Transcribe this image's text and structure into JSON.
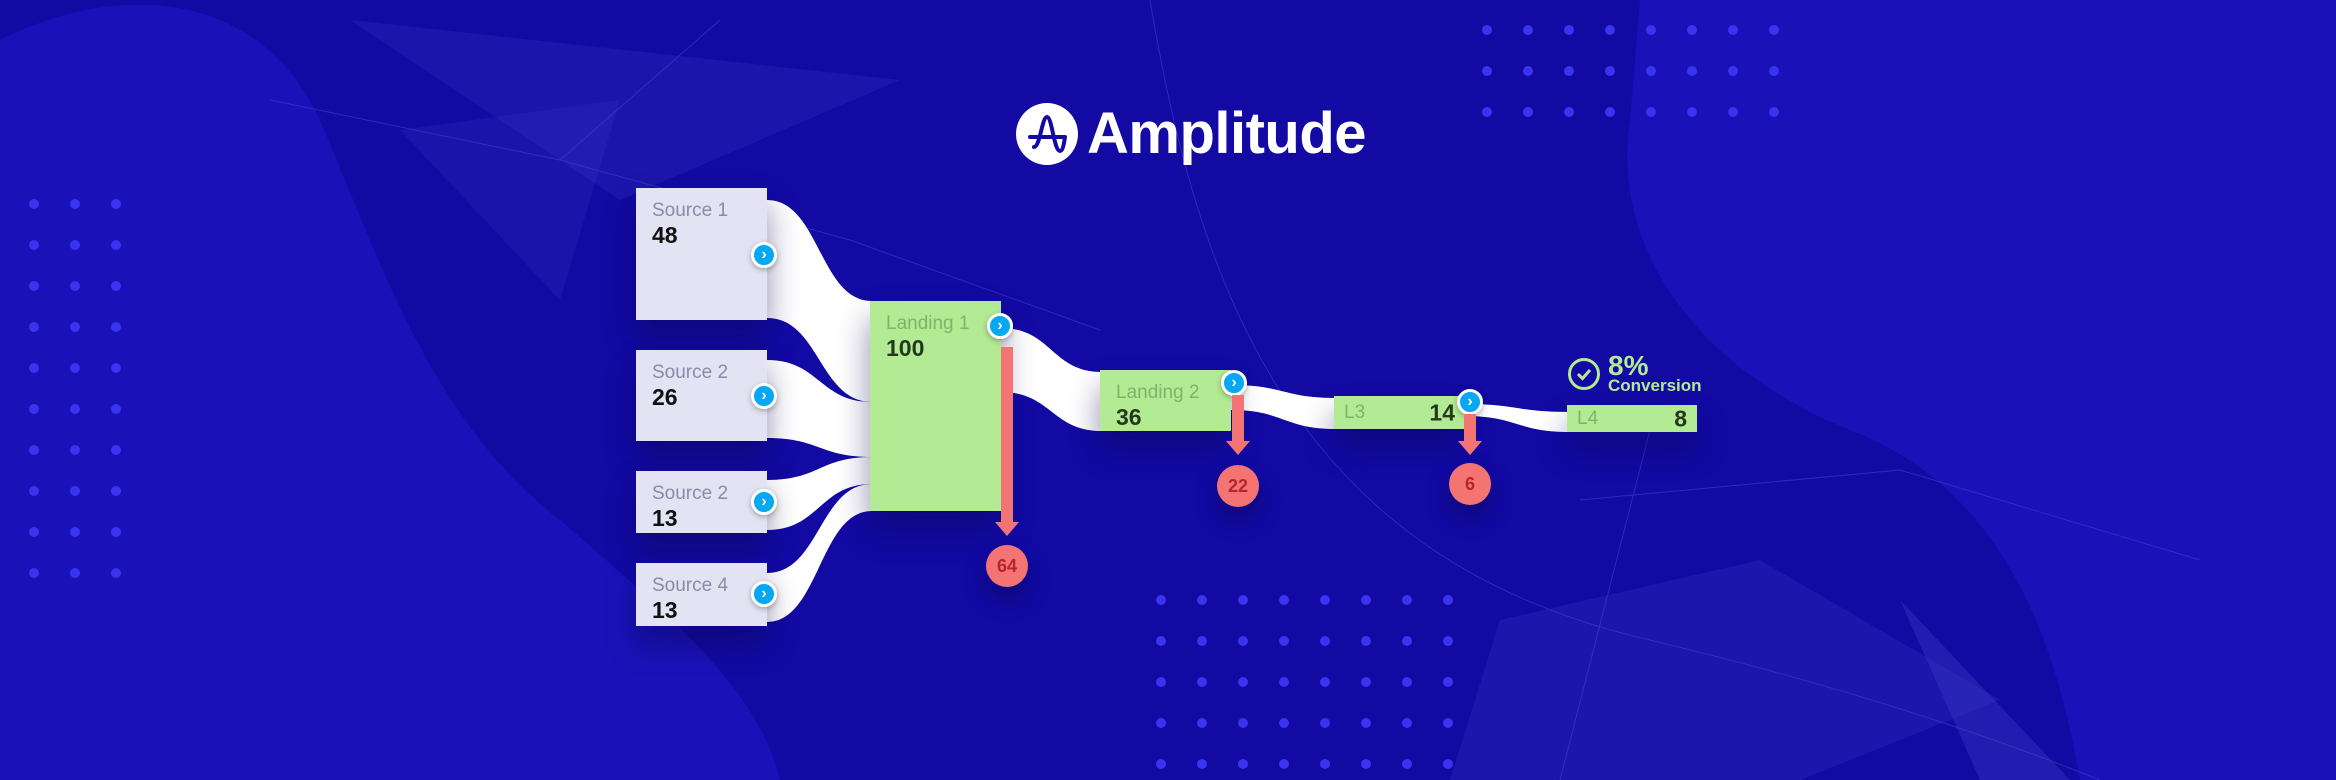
{
  "brand": {
    "name": "Amplitude",
    "icon": "amplitude-logo-icon"
  },
  "colors": {
    "background": "#120aa3",
    "source_node": "#e4e3f3",
    "landing_node": "#b3ea94",
    "dropoff": "#f47474",
    "chevron": "#06a8f2",
    "flow": "#ffffff"
  },
  "sources": [
    {
      "label": "Source 1",
      "value": "48"
    },
    {
      "label": "Source 2",
      "value": "26"
    },
    {
      "label": "Source 2",
      "value": "13"
    },
    {
      "label": "Source 4",
      "value": "13"
    }
  ],
  "steps": [
    {
      "label": "Landing 1",
      "value": "100",
      "dropoff": "64"
    },
    {
      "label": "Landing 2",
      "value": "36",
      "dropoff": "22"
    },
    {
      "label": "L3",
      "value": "14",
      "dropoff": "6"
    },
    {
      "label": "L4",
      "value": "8"
    }
  ],
  "conversion": {
    "percent": "8%",
    "label": "Conversion",
    "icon": "check-circle-icon"
  }
}
